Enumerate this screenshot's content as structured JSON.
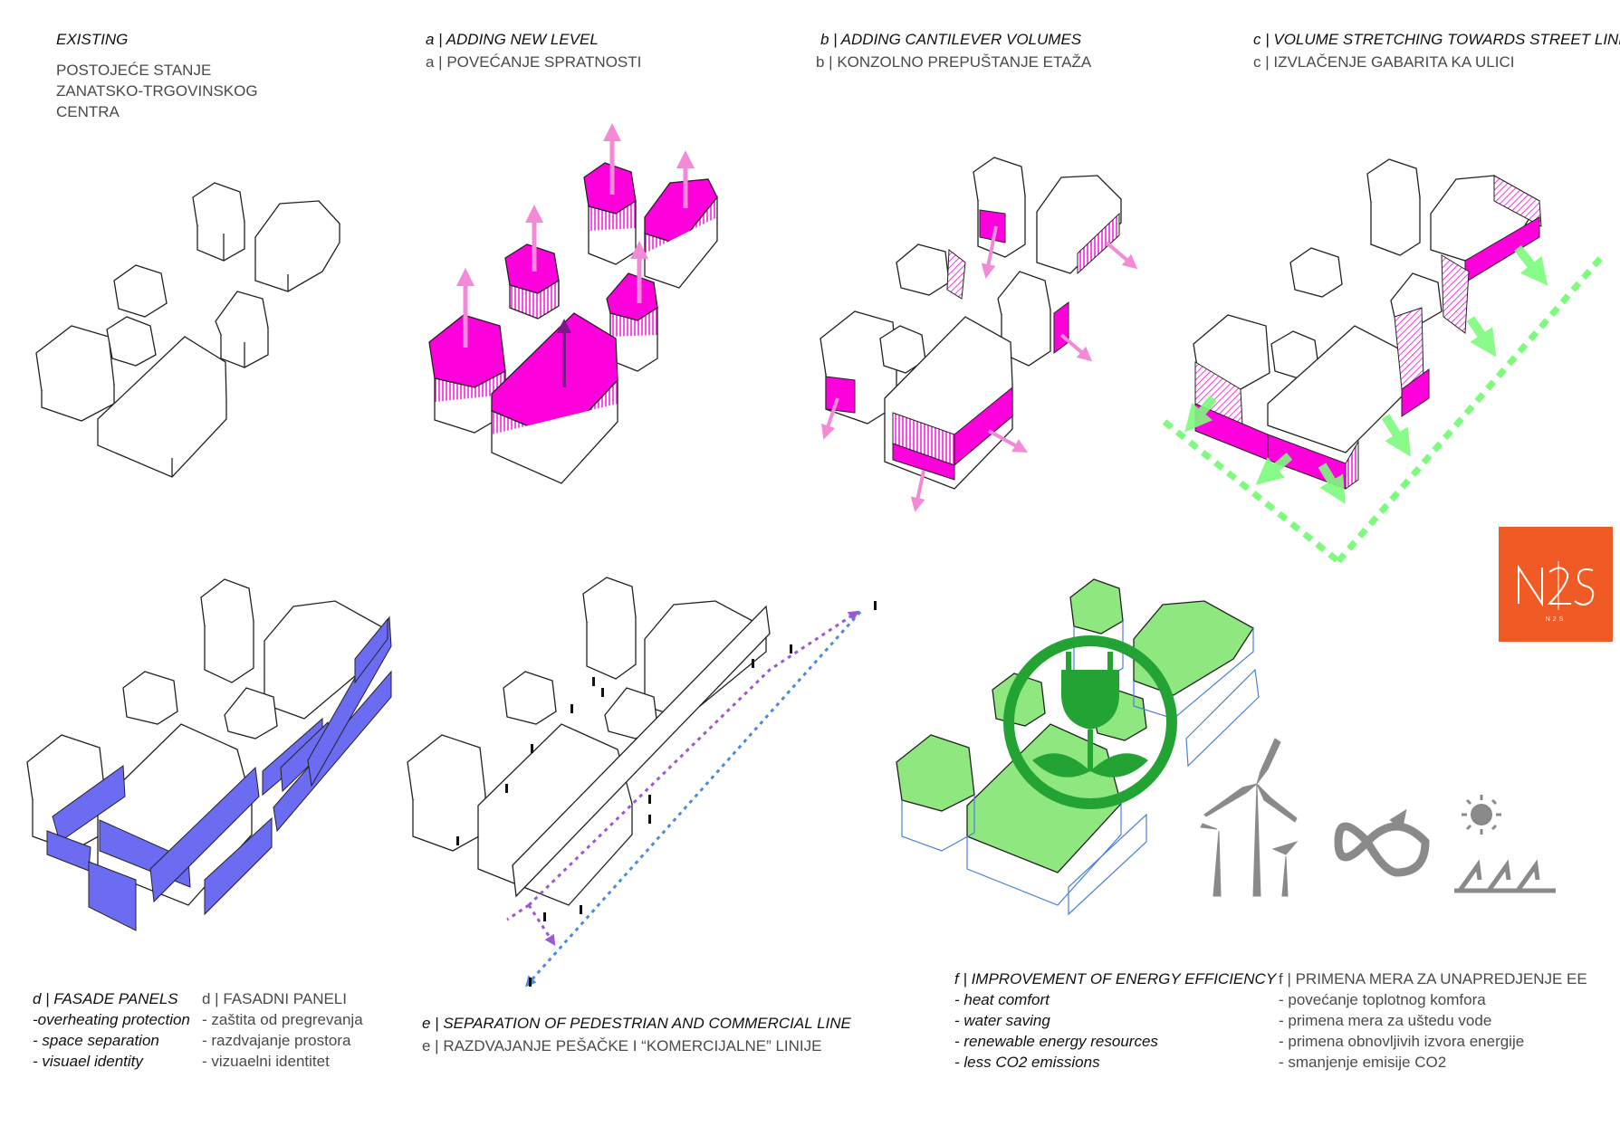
{
  "panels": {
    "existing": {
      "title": "EXISTING",
      "subtitle": [
        "POSTOJEĆE STANJE",
        "ZANATSKO-TRGOVINSKOG",
        "CENTRA"
      ]
    },
    "a": {
      "title": "a | ADDING NEW LEVEL",
      "subtitle": "a | POVEĆANJE SPRATNOSTI"
    },
    "b": {
      "title": "b | ADDING CANTILEVER VOLUMES",
      "subtitle": "b | KONZOLNO PREPUŠTANJE ETAŽA"
    },
    "c": {
      "title": "c | VOLUME STRETCHING TOWARDS STREET LINE",
      "subtitle": "c | IZVLAČENJE GABARITA KA ULICI"
    },
    "d": {
      "title": "d | FASADE PANELS",
      "items": [
        "-overheating protection",
        "- space separation",
        "- visuael identity"
      ],
      "local_title": "d | FASADNI PANELI",
      "local_items": [
        "- zaštita od pregrevanja",
        "- razdvajanje prostora",
        "- vizuaelni identitet"
      ]
    },
    "e": {
      "title": "e | SEPARATION OF PEDESTRIAN AND COMMERCIAL LINE",
      "subtitle": "e | RAZDVAJANJE PEŠAČKE I “KOMERCIJALNE” LINIJE"
    },
    "f": {
      "title": "f | IMPROVEMENT OF ENERGY EFFICIENCY",
      "items": [
        "- heat comfort",
        "- water saving",
        "- renewable energy resources",
        "- less CO2 emissions"
      ],
      "local_title": "f | PRIMENA MERA ZA UNAPREDJENJE EE",
      "local_items": [
        "- povećanje toplotnog komfora",
        "- primena mera za uštedu vode",
        "- primena obnovljivih izvora energije",
        "- smanjenje emisije  CO2"
      ]
    }
  },
  "logo": {
    "text": "N2S"
  },
  "colors": {
    "magenta": "#ff00dd",
    "green_fill": "#8ee87f",
    "green_arrow": "#7dfb7d",
    "blue_panel": "#6c6cf2",
    "purple_path": "#9b59d0",
    "blue_path": "#4a8be0",
    "logo_bg": "#f05a24",
    "icon_grey": "#8a8a8a",
    "energy_green": "#22a334"
  },
  "icons": [
    "wind-turbines-icon",
    "recycle-infinity-icon",
    "solar-panel-icon",
    "energy-plug-leaf-icon"
  ]
}
